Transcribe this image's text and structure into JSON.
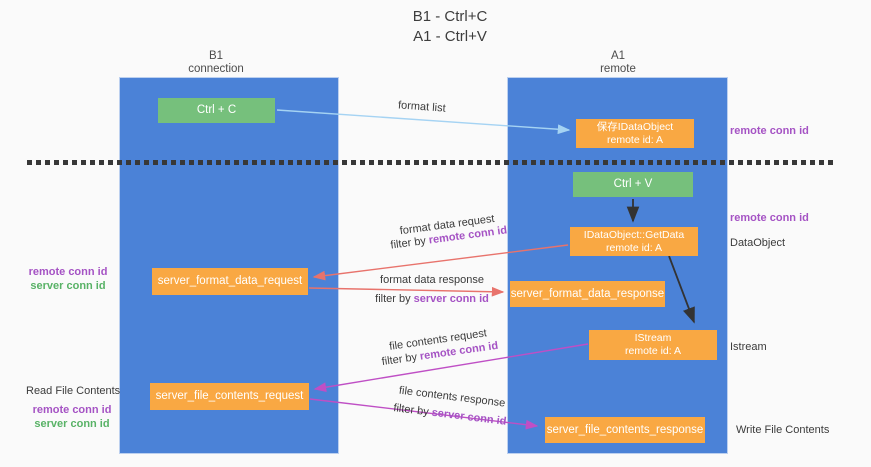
{
  "title": {
    "line1": "B1 - Ctrl+C",
    "line2": "A1 - Ctrl+V"
  },
  "lanes": {
    "left": {
      "name": "B1",
      "role": "connection"
    },
    "right": {
      "name": "A1",
      "role": "remote"
    }
  },
  "nodes": {
    "ctrl_c": {
      "label": "Ctrl + C"
    },
    "save_dataobject": {
      "line1": "保存IDataObject",
      "line2": "remote id: A"
    },
    "ctrl_v": {
      "label": "Ctrl + V"
    },
    "getdata": {
      "line1": "IDataObject::GetData",
      "line2": "remote id: A"
    },
    "format_request": {
      "label": "server_format_data_request"
    },
    "format_response": {
      "label": "server_format_data_response"
    },
    "istream": {
      "line1": "IStream",
      "line2": "remote id: A"
    },
    "file_request": {
      "label": "server_file_contents_request"
    },
    "file_response": {
      "label": "server_file_contents_response"
    }
  },
  "edge_labels": {
    "format_list": "format list",
    "format_data_request": "format data request",
    "format_data_response": "format data response",
    "file_contents_request": "file contents request",
    "file_contents_response": "file contents response",
    "filter_by": "filter by ",
    "remote_conn_id": "remote conn id",
    "server_conn_id": "server conn id"
  },
  "annotations": {
    "left_remote_conn_id": "remote conn id",
    "left_server_conn_id": "server conn id",
    "read_file_contents": "Read File Contents",
    "left2_remote_conn_id": "remote conn id",
    "left2_server_conn_id": "server conn id",
    "right_top_remote_conn_id": "remote conn id",
    "right_mid_remote_conn_id": "remote conn id",
    "dataobject": "DataObject",
    "istream": "Istream",
    "write_file_contents": "Write File Contents"
  },
  "colors": {
    "lane_fill": "#4b82d7",
    "node_orange": "#f9a843",
    "node_green": "#76c07c",
    "purple": "#a553c4",
    "green_text": "#58b266",
    "arrow_blue": "#a5d3f3",
    "arrow_black": "#333333",
    "arrow_red": "#e8736c",
    "arrow_magenta": "#bf4fc5"
  }
}
